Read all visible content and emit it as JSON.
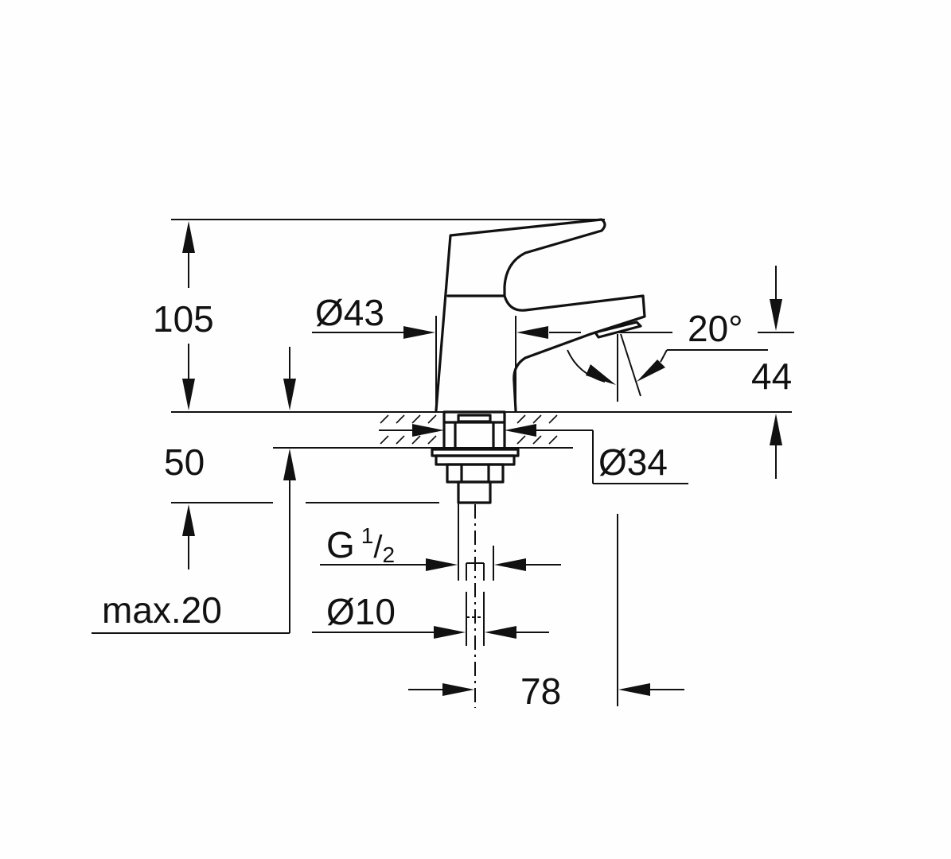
{
  "drawing": {
    "title": "Single basin tap dimension drawing",
    "stroke_color": "#111111",
    "background": "#fefefe",
    "dimensions": {
      "height_total": "105",
      "body_diameter": "Ø43",
      "spout_angle": "20°",
      "spout_height": "44",
      "shank_diameter": "Ø34",
      "max_shank_length": "50",
      "max_thickness": "max.20",
      "thread_prefix": "G",
      "thread_num": "1",
      "thread_slash": "/",
      "thread_den": "2",
      "tail_diameter": "Ø10",
      "projection": "78"
    }
  }
}
